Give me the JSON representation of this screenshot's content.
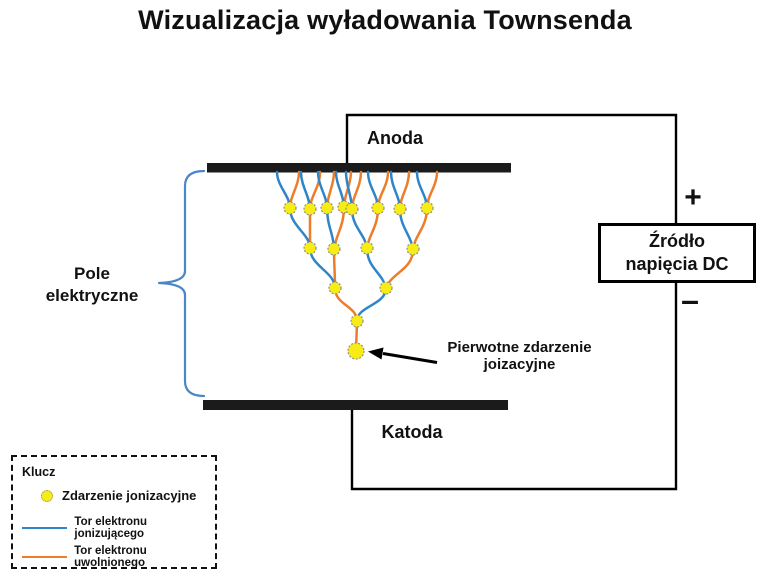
{
  "title": "Wizualizacja wyładowania Townsenda",
  "anode": {
    "label": "Anoda"
  },
  "cathode": {
    "label": "Katoda"
  },
  "electric_field": {
    "line1": "Pole",
    "line2": "elektryczne"
  },
  "voltage_source": {
    "line1": "Źródło",
    "line2": "napięcia DC",
    "positive": "+",
    "negative": "–"
  },
  "primary_event": {
    "line1": "Pierwotne zdarzenie",
    "line2": "joizacyjne"
  },
  "legend": {
    "title": "Klucz",
    "items": [
      {
        "label": "Zdarzenie jonizacyjne"
      },
      {
        "label": "Tor elektronu jonizującego"
      },
      {
        "label": "Tor elektronu uwolnionego"
      }
    ]
  },
  "colors": {
    "ionizing_electron_path": "#2e86c8",
    "released_electron_path": "#ee7d2a",
    "ionization_event_fill": "#f7ec15",
    "ionization_event_outline": "#8f8f8f",
    "wire": "#000000",
    "electrode": "#1b1b1b",
    "brace": "#4a86c8",
    "text": "#111111"
  }
}
